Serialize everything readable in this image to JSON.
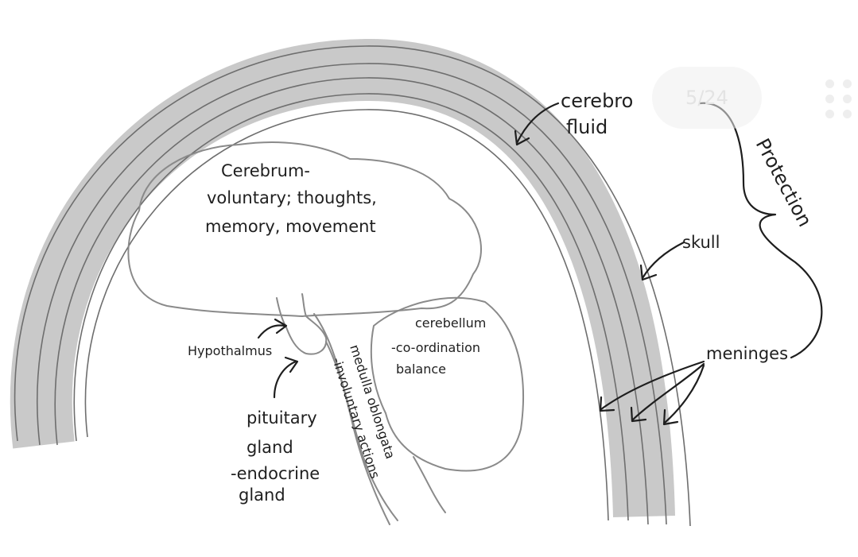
{
  "labels": {
    "cerebro": "cerebro",
    "fluid": "fluid",
    "protection": "Protection",
    "skull": "skull",
    "meninges": "meninges",
    "cerebrum_line1": "Cerebrum-",
    "cerebrum_line2": "voluntary; thoughts,",
    "cerebrum_line3": "memory, movement",
    "cerebellum_line1": "cerebellum",
    "cerebellum_line2": "-co-ordination",
    "cerebellum_line3": "balance",
    "hypothalmus": "Hypothalmus",
    "pituitary_line1": "pituitary",
    "pituitary_line2": "gland",
    "pituitary_line3": "-endocrine",
    "pituitary_line4": "gland",
    "medulla_line1": "medulla oblongata",
    "medulla_line2": "-involuntary actions"
  },
  "viewer": {
    "page_indicator": "5/24",
    "menu_icon": "more-dots-icon"
  },
  "colors": {
    "ink": "#1e1e1e",
    "pencil": "#8a8a8a",
    "band": "#c9c9c9"
  }
}
